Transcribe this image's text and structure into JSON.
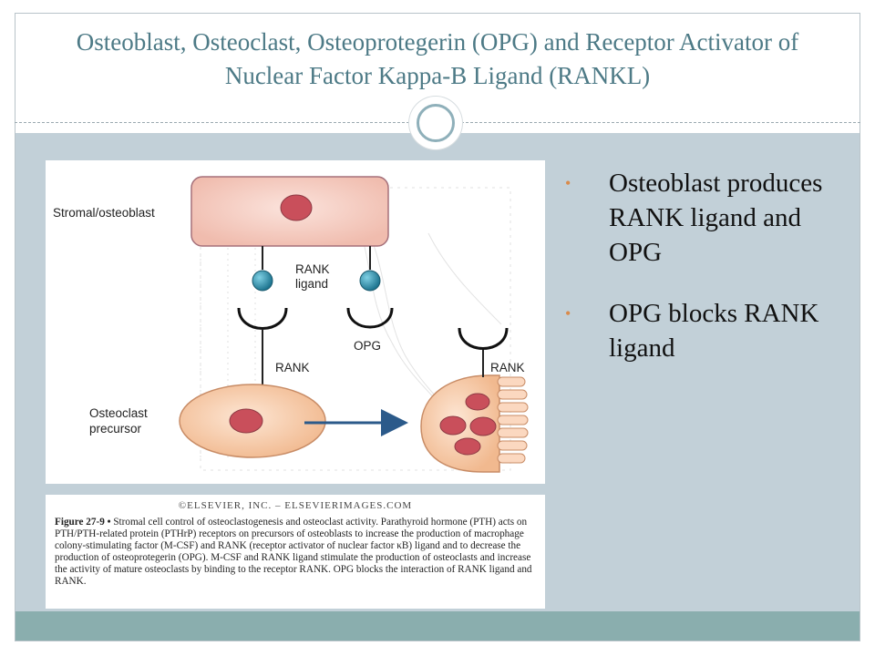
{
  "slide": {
    "title": "Osteoblast, Osteoclast, Osteoprotegerin (OPG) and Receptor Activator of Nuclear Factor Kappa-B Ligand (RANKL)"
  },
  "figure": {
    "labels": {
      "stromal": "Stromal/osteoblast",
      "rank_ligand_1": "RANK",
      "rank_ligand_2": "ligand",
      "opg": "OPG",
      "rank_left": "RANK",
      "rank_right": "RANK",
      "precursor_1": "Osteoclast",
      "precursor_2": "precursor"
    },
    "colors": {
      "cell_fill": "#f4c6bb",
      "nucleus": "#c94f5b",
      "ligand_ball": "#2f8fa8",
      "arrow": "#2b5a8a"
    }
  },
  "caption": {
    "credit": "©ELSEVIER, INC. – ELSEVIERIMAGES.COM",
    "figure_label": "Figure 27-9 •",
    "text": "Stromal cell control of osteoclastogenesis and osteoclast activity. Parathyroid hormone (PTH) acts on PTH/PTH-related protein (PTHrP) receptors on precursors of osteoblasts to increase the production of macrophage colony-stimulating factor (M-CSF) and RANK (receptor activator of nuclear factor κB) ligand and to decrease the production of osteoprotegerin (OPG). M-CSF and RANK ligand stimulate the production of osteoclasts and increase the activity of mature osteoclasts by binding to the receptor RANK. OPG blocks the interaction of RANK ligand and RANK."
  },
  "bullets": [
    {
      "text": "Osteoblast produces RANK ligand and OPG"
    },
    {
      "text": "OPG blocks RANK ligand"
    }
  ]
}
